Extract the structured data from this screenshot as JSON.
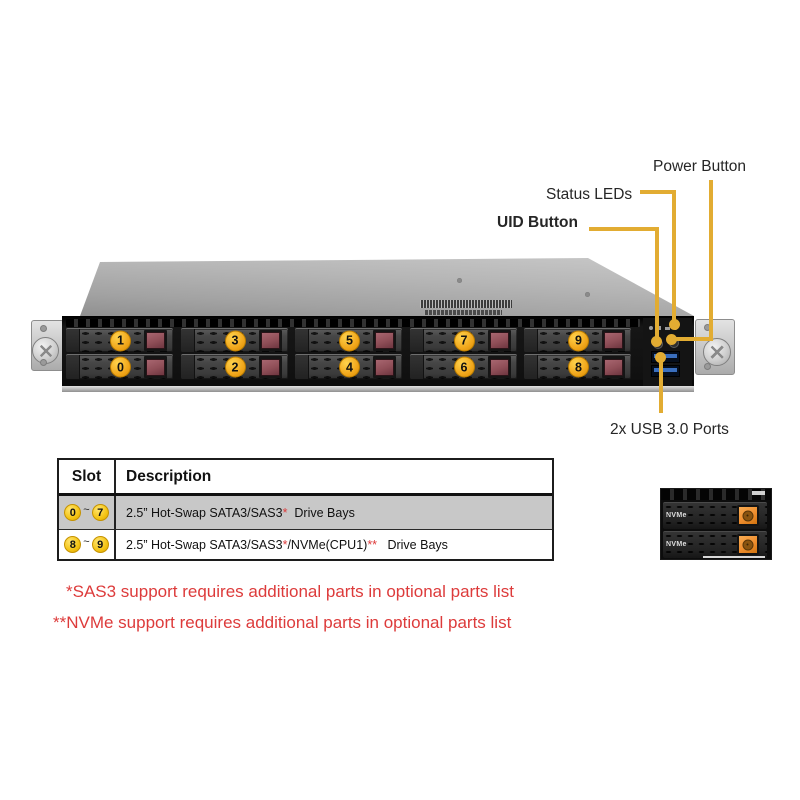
{
  "callouts": {
    "power_button": "Power Button",
    "status_leds": "Status LEDs",
    "uid_button": "UID Button",
    "usb_ports": "2x USB 3.0 Ports"
  },
  "server": {
    "top_row_slots": [
      "1",
      "3",
      "5",
      "7",
      "9"
    ],
    "bottom_row_slots": [
      "0",
      "2",
      "4",
      "6",
      "8"
    ]
  },
  "table": {
    "headers": [
      "Slot",
      "Description"
    ],
    "rows": [
      {
        "slot_start": "0",
        "slot_sep": "~",
        "slot_end": "7",
        "shaded": true,
        "description_parts": [
          {
            "text": "2.5” Hot-Swap SATA3/SAS3",
            "color": "black"
          },
          {
            "text": "*",
            "color": "red"
          },
          {
            "text": "  Drive Bays",
            "color": "black"
          }
        ]
      },
      {
        "slot_start": "8",
        "slot_sep": "~",
        "slot_end": "9",
        "shaded": false,
        "description_parts": [
          {
            "text": "2.5” Hot-Swap SATA3/SAS3",
            "color": "black"
          },
          {
            "text": "*",
            "color": "red"
          },
          {
            "text": "/NVMe(CPU1)",
            "color": "black"
          },
          {
            "text": "**",
            "color": "red"
          },
          {
            "text": "   Drive Bays",
            "color": "black"
          }
        ]
      }
    ]
  },
  "footnotes": [
    "*SAS3 support requires additional parts in optional parts list",
    "**NVMe support requires additional parts in optional parts list"
  ],
  "inset": {
    "tray_labels": [
      "NVMe",
      "NVMe"
    ]
  },
  "colors": {
    "callout_line": "#e2ac32",
    "badge_orange": "#f1a71c",
    "badge_yellow": "#f4c414",
    "footnote_red": "#dd3b3b",
    "row_shade": "#c8c8c8",
    "latch_maroon": "#8f4e57",
    "inset_latch_orange": "#ee8e2f",
    "usb_blue": "#3a6fbf"
  }
}
